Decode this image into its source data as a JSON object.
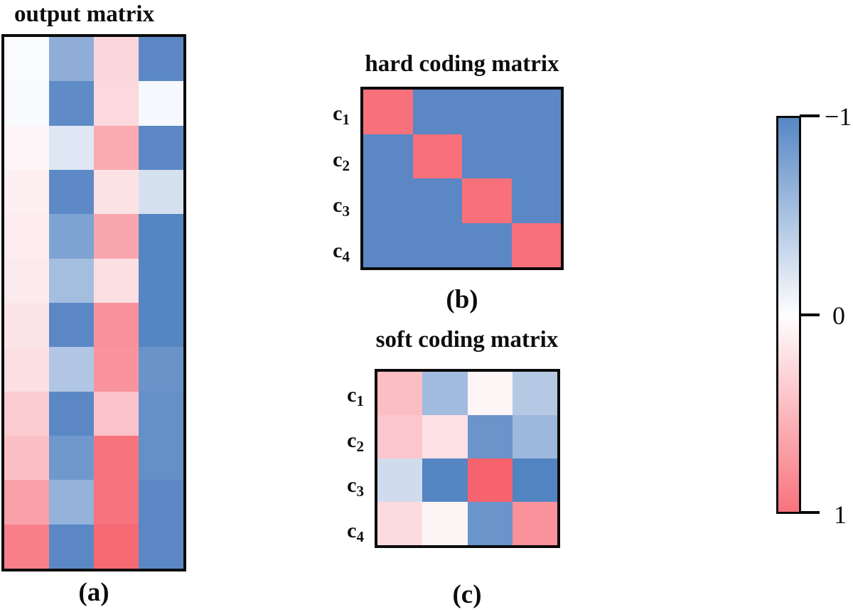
{
  "figure": {
    "background": "#ffffff",
    "caption_a": "(a)",
    "caption_b": "(b)",
    "caption_c": "(c)"
  },
  "chart_data": [
    {
      "type": "heatmap",
      "id": "output-matrix",
      "panel": "a",
      "title": "output matrix",
      "caption": "(a)",
      "rows": 12,
      "cols": 4,
      "value_range": [
        -1,
        1
      ],
      "colormap": "blue(-1) to white(0) to red(+1)",
      "values": [
        [
          -0.02,
          -0.55,
          0.3,
          -0.95
        ],
        [
          -0.02,
          -0.9,
          0.28,
          -0.04
        ],
        [
          0.05,
          -0.18,
          0.62,
          -0.95
        ],
        [
          0.1,
          -0.92,
          0.2,
          -0.22
        ],
        [
          0.12,
          -0.62,
          0.64,
          -1.0
        ],
        [
          0.14,
          -0.42,
          0.24,
          -1.0
        ],
        [
          0.18,
          -0.92,
          0.8,
          -1.0
        ],
        [
          0.22,
          -0.36,
          0.78,
          -0.85
        ],
        [
          0.36,
          -0.92,
          0.42,
          -0.88
        ],
        [
          0.45,
          -0.65,
          1.0,
          -0.88
        ],
        [
          0.65,
          -0.48,
          1.0,
          -0.95
        ],
        [
          0.88,
          -0.92,
          1.0,
          -0.95
        ]
      ],
      "colors": [
        [
          "#fafbfe",
          "#8fadd8",
          "#fbd7db",
          "#5b88c5"
        ],
        [
          "#f9fafd",
          "#5f8cc7",
          "#fcd9dd",
          "#f5f8fc"
        ],
        [
          "#fdf5f7",
          "#dee7f3",
          "#faaab1",
          "#5b88c5"
        ],
        [
          "#fdeff2",
          "#5d8ac6",
          "#fce2e5",
          "#d6e1f0"
        ],
        [
          "#fdedf0",
          "#7ea4d3",
          "#f9a6ae",
          "#5585c3"
        ],
        [
          "#fcebee",
          "#a4bee0",
          "#fcdfe3",
          "#5585c3"
        ],
        [
          "#fce5e8",
          "#5b88c5",
          "#f9919b",
          "#5585c3"
        ],
        [
          "#fcdfe3",
          "#b0c6e4",
          "#f9939c",
          "#6a93ca"
        ],
        [
          "#fbccd1",
          "#5b88c5",
          "#fbc3c9",
          "#6490c8"
        ],
        [
          "#fbc0c6",
          "#7198cd",
          "#f7747f",
          "#6490c8"
        ],
        [
          "#faa0a8",
          "#94b2da",
          "#f7737e",
          "#5b88c5"
        ],
        [
          "#f87f89",
          "#5b88c5",
          "#f76973",
          "#5b88c5"
        ]
      ]
    },
    {
      "type": "heatmap",
      "id": "hard-coding-matrix",
      "panel": "b",
      "title": "hard coding matrix",
      "caption": "(b)",
      "rows": 4,
      "cols": 4,
      "row_label_base": "c",
      "row_label_subs": [
        "1",
        "2",
        "3",
        "4"
      ],
      "value_range": [
        -1,
        1
      ],
      "values": [
        [
          1,
          -1,
          -1,
          -1
        ],
        [
          -1,
          1,
          -1,
          -1
        ],
        [
          -1,
          -1,
          1,
          -1
        ],
        [
          -1,
          -1,
          -1,
          1
        ]
      ],
      "colors": [
        [
          "#f7707a",
          "#5b87c4",
          "#5b87c4",
          "#5b87c4"
        ],
        [
          "#5b87c4",
          "#f7707a",
          "#5b87c4",
          "#5b87c4"
        ],
        [
          "#5b87c4",
          "#5b87c4",
          "#f7707a",
          "#5b87c4"
        ],
        [
          "#5b87c4",
          "#5b87c4",
          "#5b87c4",
          "#f7707a"
        ]
      ]
    },
    {
      "type": "heatmap",
      "id": "soft-coding-matrix",
      "panel": "c",
      "title": "soft coding matrix",
      "caption": "(c)",
      "rows": 4,
      "cols": 4,
      "row_label_base": "c",
      "row_label_subs": [
        "1",
        "2",
        "3",
        "4"
      ],
      "value_range": [
        -1,
        1
      ],
      "values": [
        [
          0.45,
          -0.42,
          0.05,
          -0.32
        ],
        [
          0.4,
          0.2,
          -0.7,
          -0.45
        ],
        [
          -0.2,
          -1.0,
          0.95,
          -1.0
        ],
        [
          0.25,
          0.06,
          -0.7,
          0.75
        ]
      ],
      "colors": [
        [
          "#fbbec4",
          "#a2bcdf",
          "#fdf5f6",
          "#b5c9e5"
        ],
        [
          "#fbc6cc",
          "#fde0e4",
          "#6b94ca",
          "#9cb8dd"
        ],
        [
          "#d0dcee",
          "#5585c3",
          "#f6636e",
          "#5284c2"
        ],
        [
          "#fcdbdf",
          "#fdf4f6",
          "#6b94ca",
          "#f9929b"
        ]
      ]
    },
    {
      "type": "colorbar",
      "id": "colorbar",
      "orientation": "vertical",
      "tick_labels": [
        "−1",
        "0",
        "1"
      ],
      "tick_values": [
        -1,
        0,
        1
      ],
      "gradient_top_to_bottom": [
        "#5787c5",
        "#fefefe",
        "#f8737e"
      ]
    }
  ]
}
